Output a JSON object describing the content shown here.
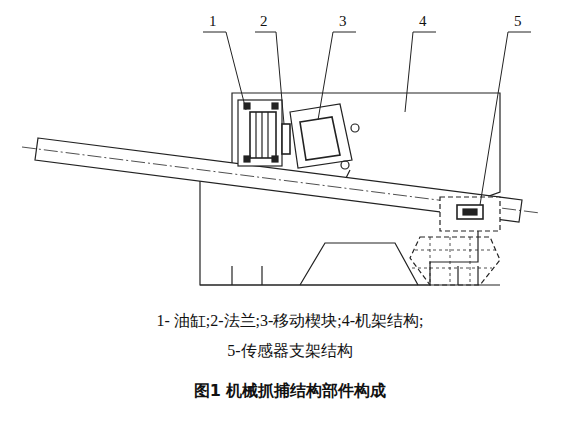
{
  "diagram": {
    "caption": "图1 机械抓捕结构部件构成",
    "labels": [
      "1",
      "2",
      "3",
      "4",
      "5",
      "1- 油缸;2-法兰;3-移动楔块;4-机架结构;",
      "5-传感器支架结构"
    ]
  }
}
